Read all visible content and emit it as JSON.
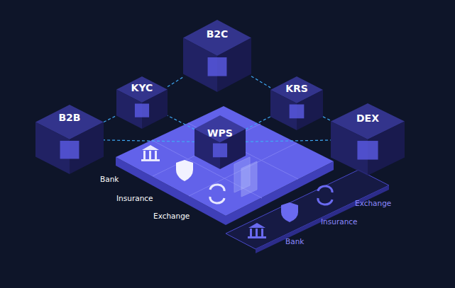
{
  "diagram": {
    "nodes": [
      {
        "text": [
          "B2C"
        ]
      },
      {
        "text": [
          "KYC"
        ]
      },
      {
        "text": [
          "KRS"
        ]
      },
      {
        "text": [
          "B2B"
        ]
      },
      {
        "text": [
          "DEX"
        ]
      },
      {
        "text": [
          "WPS"
        ]
      }
    ],
    "edges": [
      {
        "from": 3,
        "to": 1,
        "arrow": "none"
      },
      {
        "from": 1,
        "to": 0,
        "arrow": "none"
      },
      {
        "from": 0,
        "to": 2,
        "arrow": "none"
      },
      {
        "from": 2,
        "to": 4,
        "arrow": "none"
      },
      {
        "from": 5,
        "to": 1,
        "arrow": "none"
      },
      {
        "from": 5,
        "to": 2,
        "arrow": "none"
      },
      {
        "from": 5,
        "to": 3,
        "arrow": "none"
      },
      {
        "from": 5,
        "to": 4,
        "arrow": "none"
      }
    ],
    "labels": [
      "Bank",
      "Insurance",
      "Exchange",
      "Exchange",
      "Insurance",
      "Bank"
    ]
  }
}
